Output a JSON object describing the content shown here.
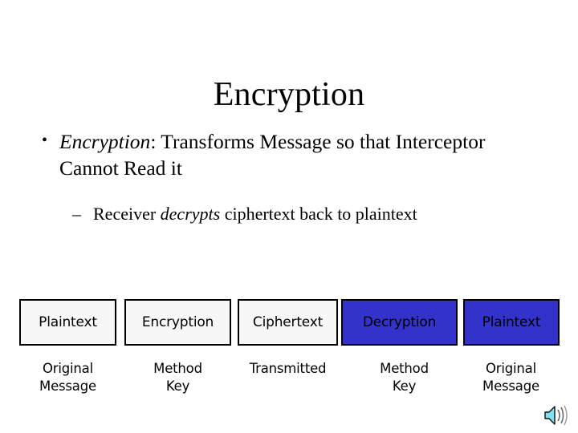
{
  "slide": {
    "title": "Encryption",
    "bullets": [
      {
        "level": 1,
        "marker": "•",
        "term": "Encryption",
        "rest": ": Transforms Message so that Interceptor Cannot Read it"
      },
      {
        "level": 2,
        "marker": "–",
        "pre": "Receiver ",
        "term": "decrypts",
        "rest": " ciphertext back to plaintext"
      }
    ],
    "diagram": {
      "boxes": [
        {
          "label": "Plaintext",
          "state": "plain",
          "caption_line1": "Original",
          "caption_line2": "Message"
        },
        {
          "label": "Encryption",
          "state": "plain",
          "caption_line1": "Method",
          "caption_line2": "Key"
        },
        {
          "label": "Ciphertext",
          "state": "plain",
          "caption_line1": "Transmitted",
          "caption_line2": ""
        },
        {
          "label": "Decryption",
          "state": "selected",
          "caption_line1": "Method",
          "caption_line2": "Key"
        },
        {
          "label": "Plaintext",
          "state": "selected",
          "caption_line1": "Original",
          "caption_line2": "Message"
        }
      ],
      "selected_color": "#3333cc",
      "plain_color": "#f7f7f7",
      "border_color": "#000000"
    },
    "media": {
      "sound_icon_name": "sound-speaker-icon",
      "sound_icon_color": "#7fe3ef"
    }
  }
}
